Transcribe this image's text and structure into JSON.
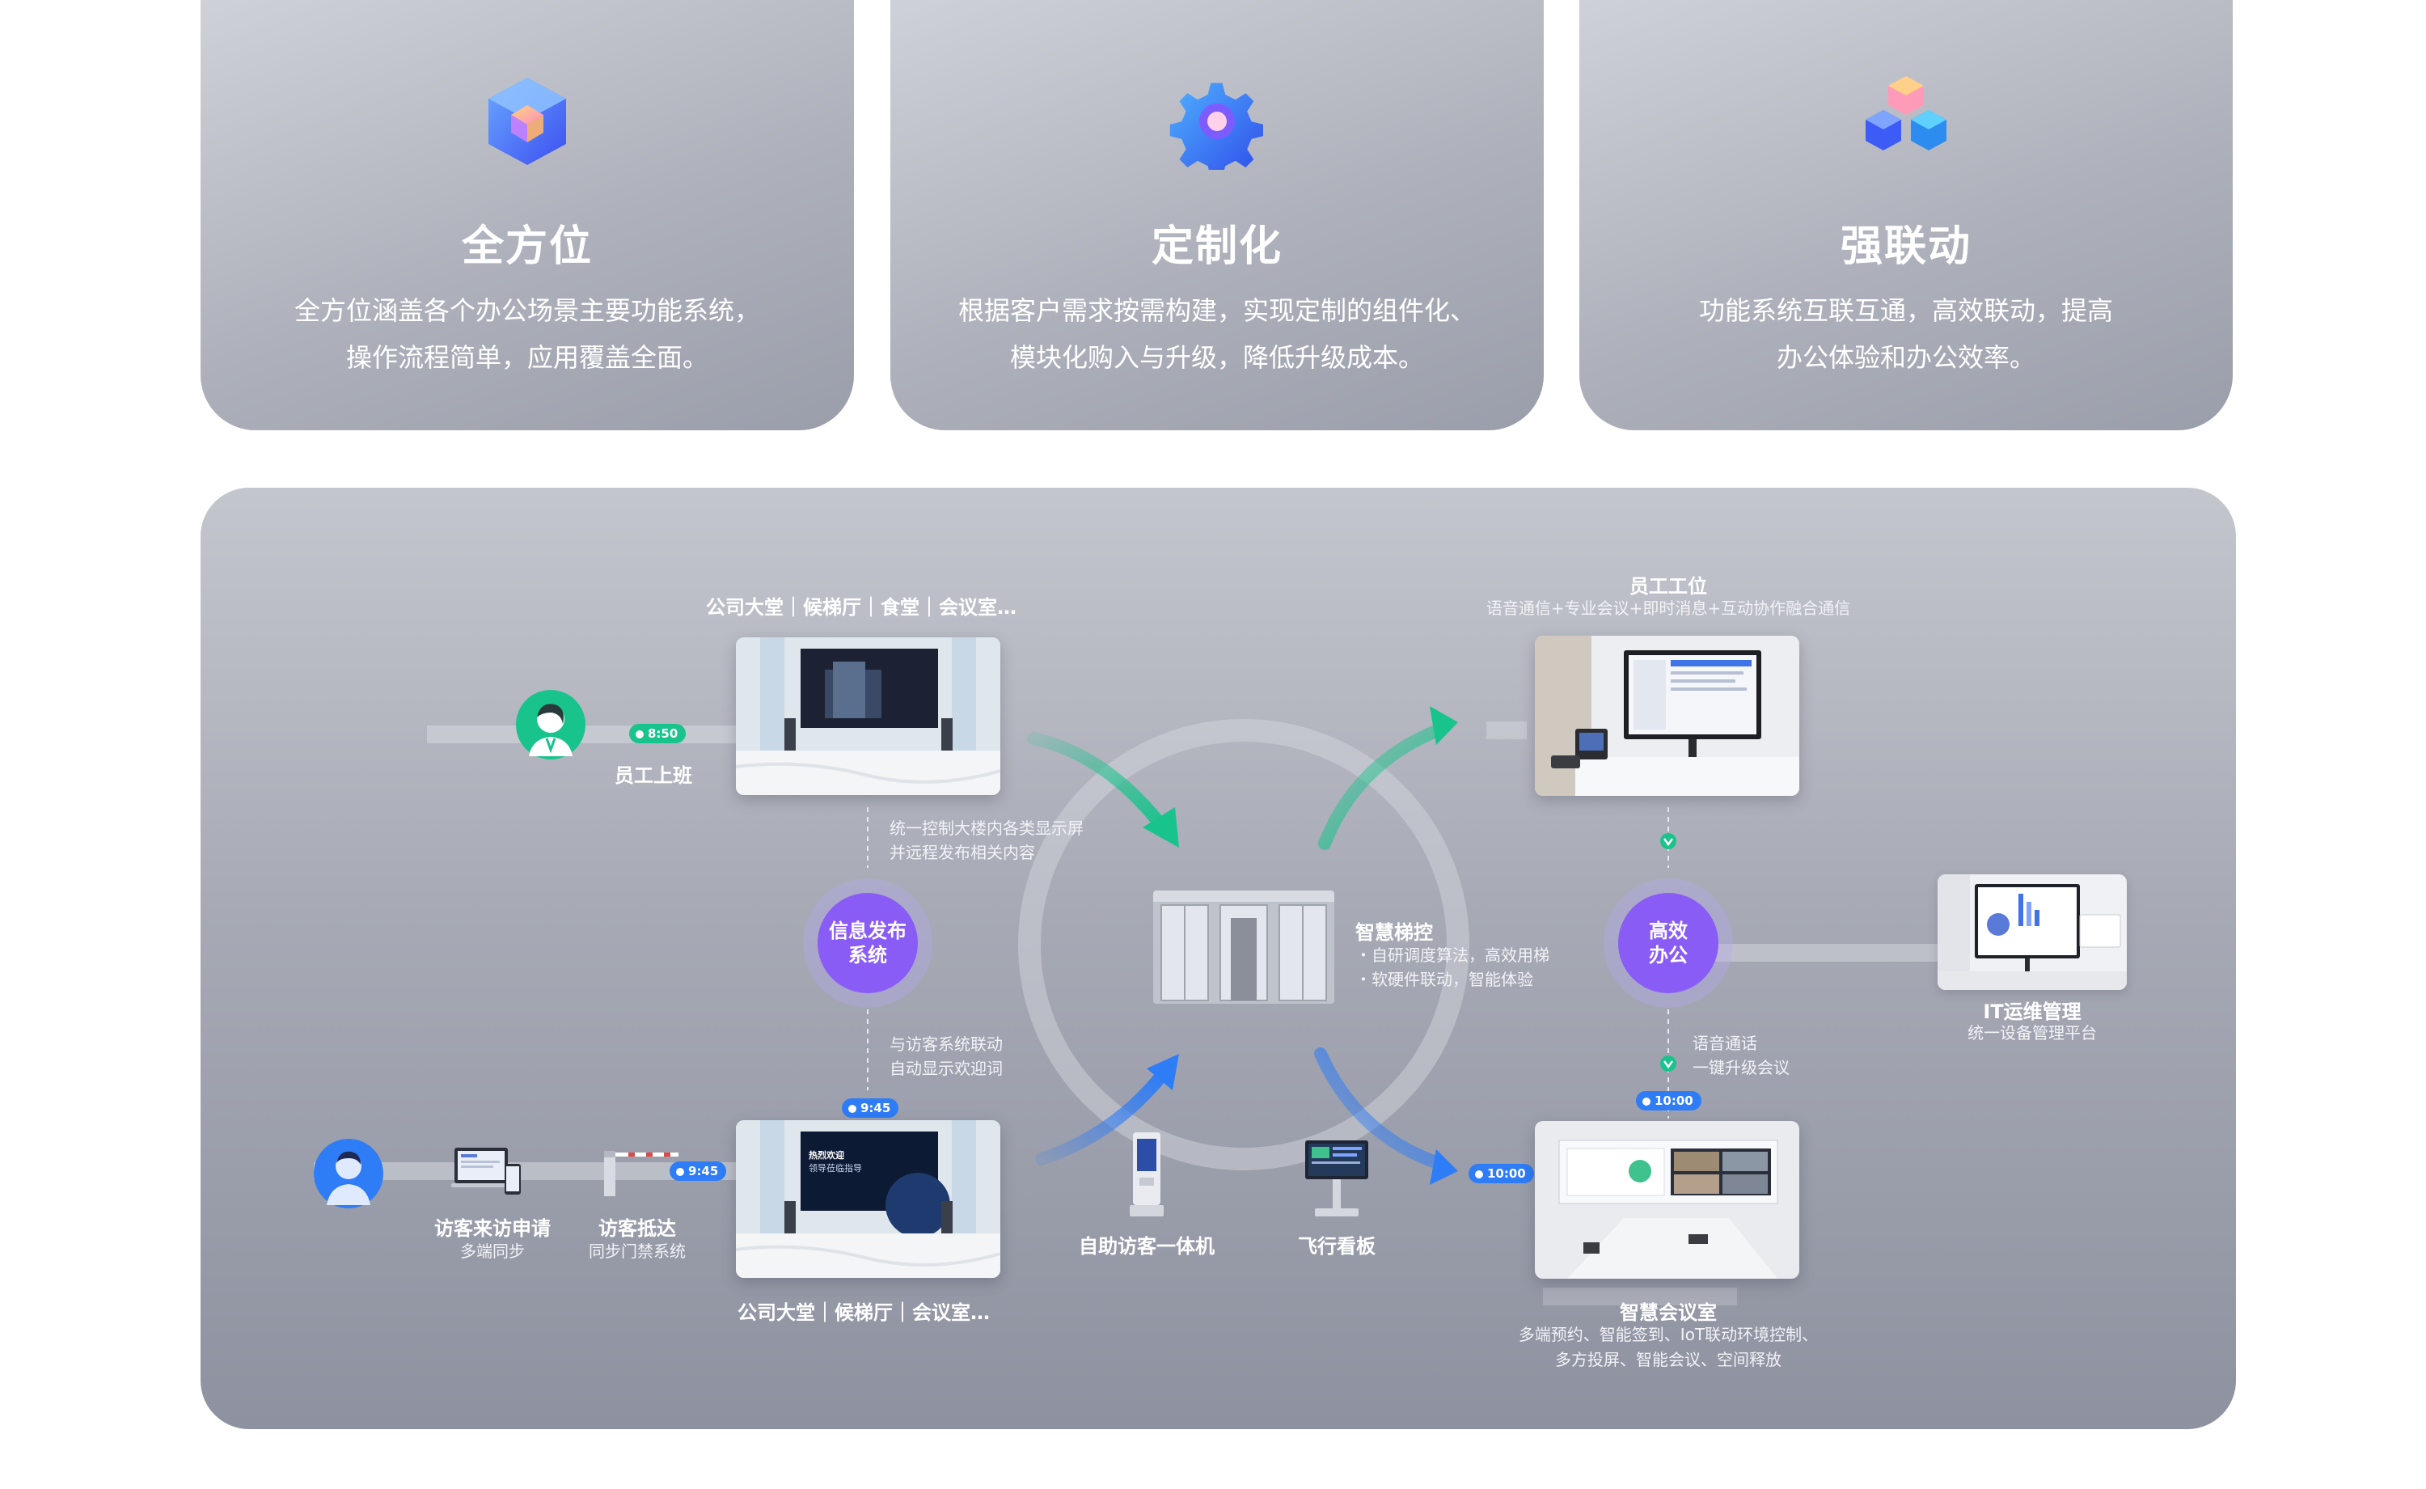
{
  "features": [
    {
      "icon": "cube-icon",
      "title": "全方位",
      "desc": [
        "全方位涵盖各个办公场景主要功能系统，",
        "操作流程简单，应用覆盖全面。"
      ]
    },
    {
      "icon": "gear-icon",
      "title": "定制化",
      "desc": [
        "根据客户需求按需构建，实现定制的组件化、",
        "模块化购入与升级，降低升级成本。"
      ]
    },
    {
      "icon": "blocks-icon",
      "title": "强联动",
      "desc": [
        "功能系统互联互通，高效联动，提高",
        "办公体验和办公效率。"
      ]
    }
  ],
  "diagram": {
    "top_location": "公司大堂｜候梯厅｜食堂｜会议室…",
    "bottom_location": "公司大堂｜候梯厅｜会议室…",
    "employee_label": "员工上班",
    "time_850": "8:50",
    "time_945a": "9:45",
    "time_945b": "9:45",
    "time_1000a": "10:00",
    "time_1000b": "10:00",
    "info_note_1": [
      "统一控制大楼内各类显示屏",
      "并远程发布相关内容"
    ],
    "info_note_2": [
      "与访客系统联动",
      "自动显示欢迎词"
    ],
    "info_hub": [
      "信息发布",
      "系统"
    ],
    "visitor_apply": {
      "title": "访客来访申请",
      "sub": "多端同步"
    },
    "visitor_arrive": {
      "title": "访客抵达",
      "sub": "同步门禁系统"
    },
    "kiosk_label": "自助访客一体机",
    "board_label": "飞行看板",
    "elevator": {
      "title": "智慧梯控",
      "points": [
        "・自研调度算法，高效用梯",
        "・软硬件联动，智能体验"
      ]
    },
    "workstation": {
      "title": "员工工位",
      "sub": "语音通信+专业会议+即时消息+互动协作融合通信"
    },
    "office_hub": [
      "高效",
      "办公"
    ],
    "it_mgmt": {
      "title": "IT运维管理",
      "sub": "统一设备管理平台"
    },
    "voice_note": [
      "语音通话",
      "一键升级会议"
    ],
    "meeting": {
      "title": "智慧会议室",
      "sub": [
        "多端预约、智能签到、IoT联动环境控制、",
        "多方投屏、智能会议、空间释放"
      ]
    },
    "screen_welcome": [
      "热烈欢迎",
      "领导莅临指导"
    ]
  },
  "colors": {
    "green": "#19c38c",
    "blue": "#2e7cf6",
    "purple": "#8a5cf6"
  }
}
